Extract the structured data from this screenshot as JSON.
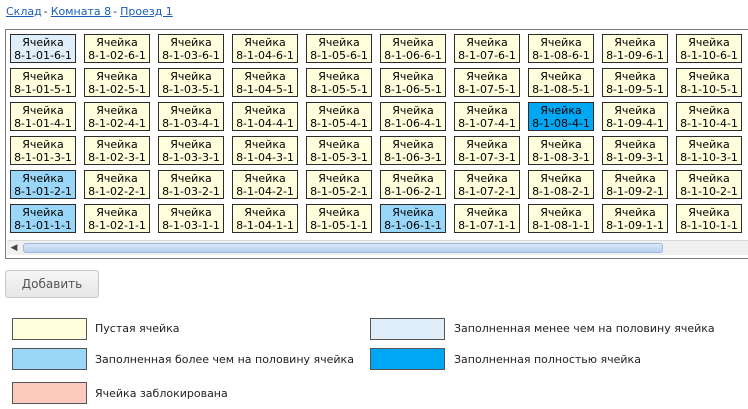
{
  "breadcrumbs": [
    "Склад",
    "Комната 8",
    "Проезд 1"
  ],
  "breadcrumb_separator": "-",
  "cell_prefix": "Ячейка",
  "colors": {
    "empty": "#ffffdd",
    "less_half": "#dfeef9",
    "more_half": "#99d6f7",
    "full": "#00a8f3",
    "blocked": "#fcc9bd"
  },
  "grid": {
    "rows": [
      [
        {
          "code": "8-1-01-6-1",
          "state": "less_half"
        },
        {
          "code": "8-1-02-6-1",
          "state": "empty"
        },
        {
          "code": "8-1-03-6-1",
          "state": "empty"
        },
        {
          "code": "8-1-04-6-1",
          "state": "empty"
        },
        {
          "code": "8-1-05-6-1",
          "state": "empty"
        },
        {
          "code": "8-1-06-6-1",
          "state": "empty"
        },
        {
          "code": "8-1-07-6-1",
          "state": "empty"
        },
        {
          "code": "8-1-08-6-1",
          "state": "empty"
        },
        {
          "code": "8-1-09-6-1",
          "state": "empty"
        },
        {
          "code": "8-1-10-6-1",
          "state": "empty"
        }
      ],
      [
        {
          "code": "8-1-01-5-1",
          "state": "empty"
        },
        {
          "code": "8-1-02-5-1",
          "state": "empty"
        },
        {
          "code": "8-1-03-5-1",
          "state": "empty"
        },
        {
          "code": "8-1-04-5-1",
          "state": "empty"
        },
        {
          "code": "8-1-05-5-1",
          "state": "empty"
        },
        {
          "code": "8-1-06-5-1",
          "state": "empty"
        },
        {
          "code": "8-1-07-5-1",
          "state": "empty"
        },
        {
          "code": "8-1-08-5-1",
          "state": "empty"
        },
        {
          "code": "8-1-09-5-1",
          "state": "empty"
        },
        {
          "code": "8-1-10-5-1",
          "state": "empty"
        }
      ],
      [
        {
          "code": "8-1-01-4-1",
          "state": "empty"
        },
        {
          "code": "8-1-02-4-1",
          "state": "empty"
        },
        {
          "code": "8-1-03-4-1",
          "state": "empty"
        },
        {
          "code": "8-1-04-4-1",
          "state": "empty"
        },
        {
          "code": "8-1-05-4-1",
          "state": "empty"
        },
        {
          "code": "8-1-06-4-1",
          "state": "empty"
        },
        {
          "code": "8-1-07-4-1",
          "state": "empty"
        },
        {
          "code": "8-1-08-4-1",
          "state": "full"
        },
        {
          "code": "8-1-09-4-1",
          "state": "empty"
        },
        {
          "code": "8-1-10-4-1",
          "state": "empty"
        }
      ],
      [
        {
          "code": "8-1-01-3-1",
          "state": "empty"
        },
        {
          "code": "8-1-02-3-1",
          "state": "empty"
        },
        {
          "code": "8-1-03-3-1",
          "state": "empty"
        },
        {
          "code": "8-1-04-3-1",
          "state": "empty"
        },
        {
          "code": "8-1-05-3-1",
          "state": "empty"
        },
        {
          "code": "8-1-06-3-1",
          "state": "empty"
        },
        {
          "code": "8-1-07-3-1",
          "state": "empty"
        },
        {
          "code": "8-1-08-3-1",
          "state": "empty"
        },
        {
          "code": "8-1-09-3-1",
          "state": "empty"
        },
        {
          "code": "8-1-10-3-1",
          "state": "empty"
        }
      ],
      [
        {
          "code": "8-1-01-2-1",
          "state": "more_half"
        },
        {
          "code": "8-1-02-2-1",
          "state": "empty"
        },
        {
          "code": "8-1-03-2-1",
          "state": "empty"
        },
        {
          "code": "8-1-04-2-1",
          "state": "empty"
        },
        {
          "code": "8-1-05-2-1",
          "state": "empty"
        },
        {
          "code": "8-1-06-2-1",
          "state": "empty"
        },
        {
          "code": "8-1-07-2-1",
          "state": "empty"
        },
        {
          "code": "8-1-08-2-1",
          "state": "empty"
        },
        {
          "code": "8-1-09-2-1",
          "state": "empty"
        },
        {
          "code": "8-1-10-2-1",
          "state": "empty"
        }
      ],
      [
        {
          "code": "8-1-01-1-1",
          "state": "more_half"
        },
        {
          "code": "8-1-02-1-1",
          "state": "empty"
        },
        {
          "code": "8-1-03-1-1",
          "state": "empty"
        },
        {
          "code": "8-1-04-1-1",
          "state": "empty"
        },
        {
          "code": "8-1-05-1-1",
          "state": "empty"
        },
        {
          "code": "8-1-06-1-1",
          "state": "more_half"
        },
        {
          "code": "8-1-07-1-1",
          "state": "empty"
        },
        {
          "code": "8-1-08-1-1",
          "state": "empty"
        },
        {
          "code": "8-1-09-1-1",
          "state": "empty"
        },
        {
          "code": "8-1-10-1-1",
          "state": "empty"
        }
      ]
    ]
  },
  "scrollbar": {
    "left_arrow_icon": "triangle-left-icon"
  },
  "add_button": {
    "label": "Добавить"
  },
  "legend": [
    {
      "key": "empty",
      "label": "Пустая ячейка"
    },
    {
      "key": "less_half",
      "label": "Заполненная менее чем на половину ячейка"
    },
    {
      "key": "more_half",
      "label": "Заполненная более чем на половину ячейка"
    },
    {
      "key": "full",
      "label": "Заполненная полностью ячейка"
    },
    {
      "key": "blocked",
      "label": "Ячейка заблокирована"
    }
  ]
}
